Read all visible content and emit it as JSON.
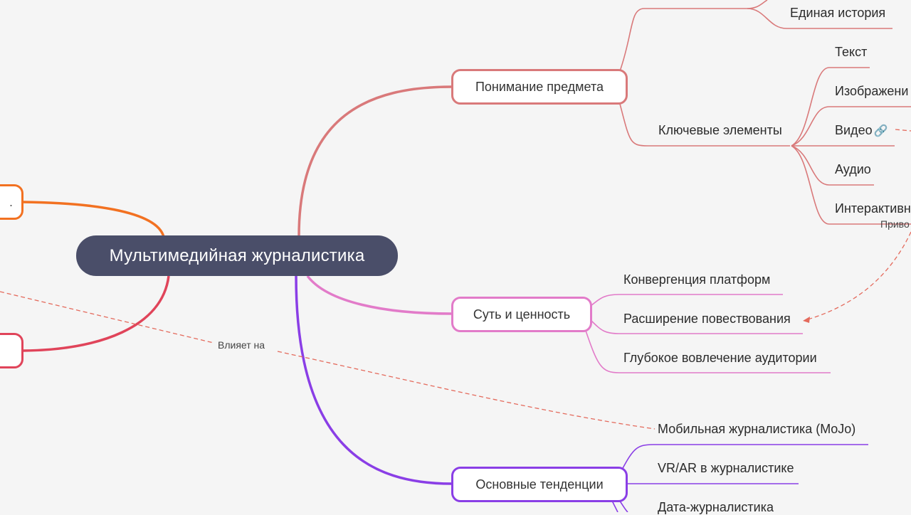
{
  "root": {
    "label": "Мультимедийная журналистика"
  },
  "branches": {
    "understanding": {
      "label": "Понимание предмета",
      "color": "#d9797a",
      "partial_top": "Единая история",
      "key_elements": {
        "label": "Ключевые элементы",
        "items": [
          "Текст",
          "Изображени",
          "Видео",
          "Аудио",
          "Интерактивн"
        ]
      }
    },
    "essence": {
      "label": "Суть и ценность",
      "color": "#e27bc9",
      "items": [
        "Конвергенция платформ",
        "Расширение повествования",
        "Глубокое вовлечение аудитории"
      ]
    },
    "trends": {
      "label": "Основные тенденции",
      "color": "#8a3ee6",
      "items": [
        "Мобильная журналистика (MoJo)",
        "VR/AR в журналистике",
        "Дата-журналистика"
      ]
    },
    "left_orange": {
      "color": "#f27121"
    },
    "left_red": {
      "color": "#e0445a"
    }
  },
  "relations": {
    "influences": "Влияет на",
    "leads_to": "Приво"
  },
  "icons": {
    "video_link": "link-icon"
  }
}
